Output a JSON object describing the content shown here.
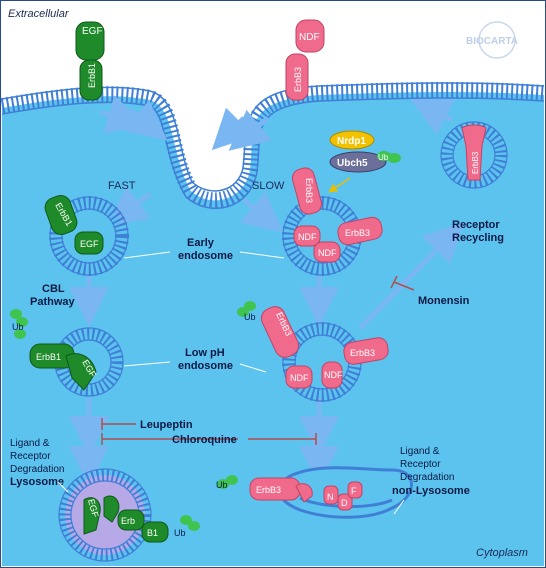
{
  "compartments": {
    "extracellular": "Extracellular",
    "cytoplasm": "Cytoplasm"
  },
  "logo": {
    "text": "BIOCARTA"
  },
  "receptors": {
    "egf": "EGF",
    "erbb1": "ErbB1",
    "ndf": "NDF",
    "erbb3": "ErbB3",
    "erb": "Erb",
    "b1": "B1",
    "ub": "Ub",
    "nrdp1": "Nrdp1",
    "ubch5": "Ubch5",
    "n": "N",
    "d": "D",
    "f": "F"
  },
  "labels": {
    "fast": "FAST",
    "slow": "SLOW",
    "early_endosome_1": "Early",
    "early_endosome_2": "endosome",
    "cbl_1": "CBL",
    "cbl_2": "Pathway",
    "low_ph_1": "Low  pH",
    "low_ph_2": "endosome",
    "leupeptin": "Leupeptin",
    "chloroquine": "Chloroquine",
    "monensin": "Monensin",
    "recycling_1": "Receptor",
    "recycling_2": "Recycling",
    "lig_left_1": "Ligand &",
    "lig_left_2": "Receptor",
    "lig_left_3": "Degradation",
    "lysosome": "Lysosome",
    "lig_right_1": "Ligand &",
    "lig_right_2": "Receptor",
    "lig_right_3": "Degradation",
    "non_lysosome": "non-Lysosome"
  },
  "colors": {
    "cytoplasm": "#5cc3ef",
    "membrane": "#4f8fe0",
    "egf_green": "#1e8a2a",
    "erbb3_pink": "#f06a8c",
    "nrdp1_yellow": "#f2c200",
    "ubch5_gray": "#6b6f9a",
    "ub_green": "#3ec44f",
    "arrow": "#7ab6f2",
    "inhibitor": "#b05050"
  }
}
